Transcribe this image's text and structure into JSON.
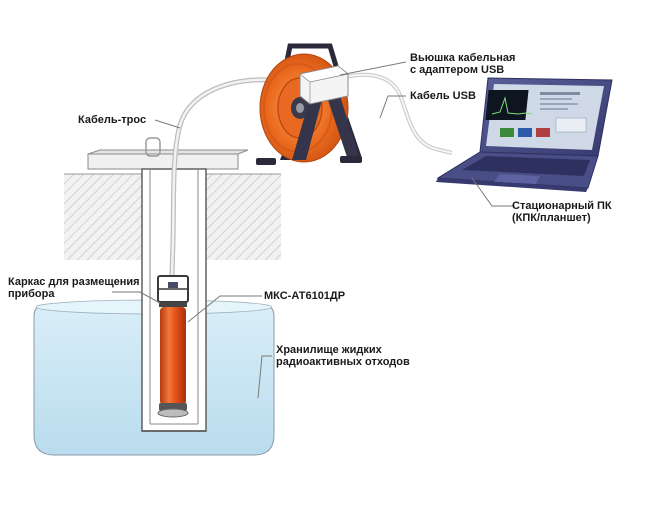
{
  "labels": {
    "reel": [
      "Вьюшка кабельная",
      "с адаптером USB"
    ],
    "usb_cable": [
      "Кабель USB"
    ],
    "cable_rope": [
      "Кабель-трос"
    ],
    "pc": [
      "Стационарный ПК",
      "(КПК/планшет)"
    ],
    "frame": [
      "Каркас для размещения",
      "прибора"
    ],
    "device": [
      "МКС-АТ6101ДР"
    ],
    "storage": [
      "Хранилище жидких",
      "радиоактивных отходов"
    ]
  },
  "colors": {
    "reel_orange": "#e8651c",
    "reel_frame": "#2a2a3a",
    "laptop_body": "#4a4e86",
    "laptop_keys": "#2e3160",
    "screen_bg": "#cfd8e6",
    "liquid": "#cfe8f4",
    "device_orange": "#e5511c",
    "hatch": "#c8c8c8",
    "leader": "#7a7a7a"
  },
  "icons": [
    "cable-reel-icon",
    "laptop-icon",
    "detector-probe-icon"
  ]
}
